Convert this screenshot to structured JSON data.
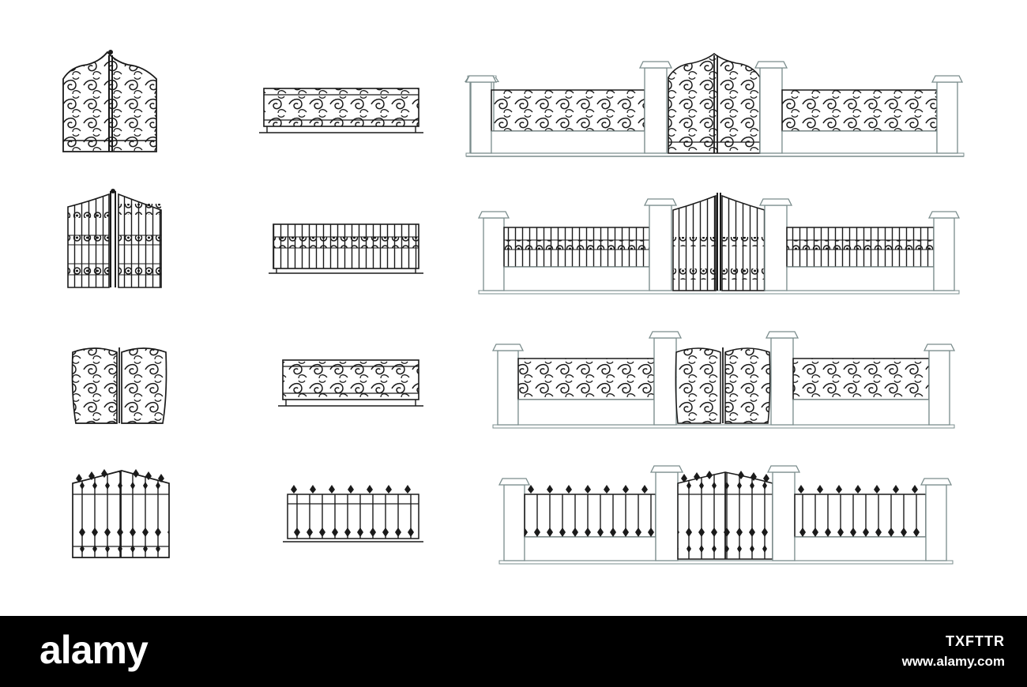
{
  "footer": {
    "logo": "alamy",
    "image_id": "TXFTTR",
    "url": "www.alamy.com"
  },
  "colors": {
    "background": "#ffffff",
    "ironwork": "#1a1a1a",
    "pillar_line": "#7a8c8c",
    "footer_bg": "#000000",
    "footer_text": "#ffffff"
  },
  "rows": [
    {
      "style": "scroll-ornate",
      "items": [
        "gate",
        "fence-panel",
        "fence-with-gate"
      ]
    },
    {
      "style": "vertical-bars",
      "items": [
        "gate",
        "fence-panel",
        "fence-with-gate"
      ]
    },
    {
      "style": "curved-scroll",
      "items": [
        "gate",
        "fence-panel",
        "fence-with-gate"
      ]
    },
    {
      "style": "spear-top",
      "items": [
        "gate",
        "fence-panel",
        "fence-with-gate"
      ]
    }
  ]
}
